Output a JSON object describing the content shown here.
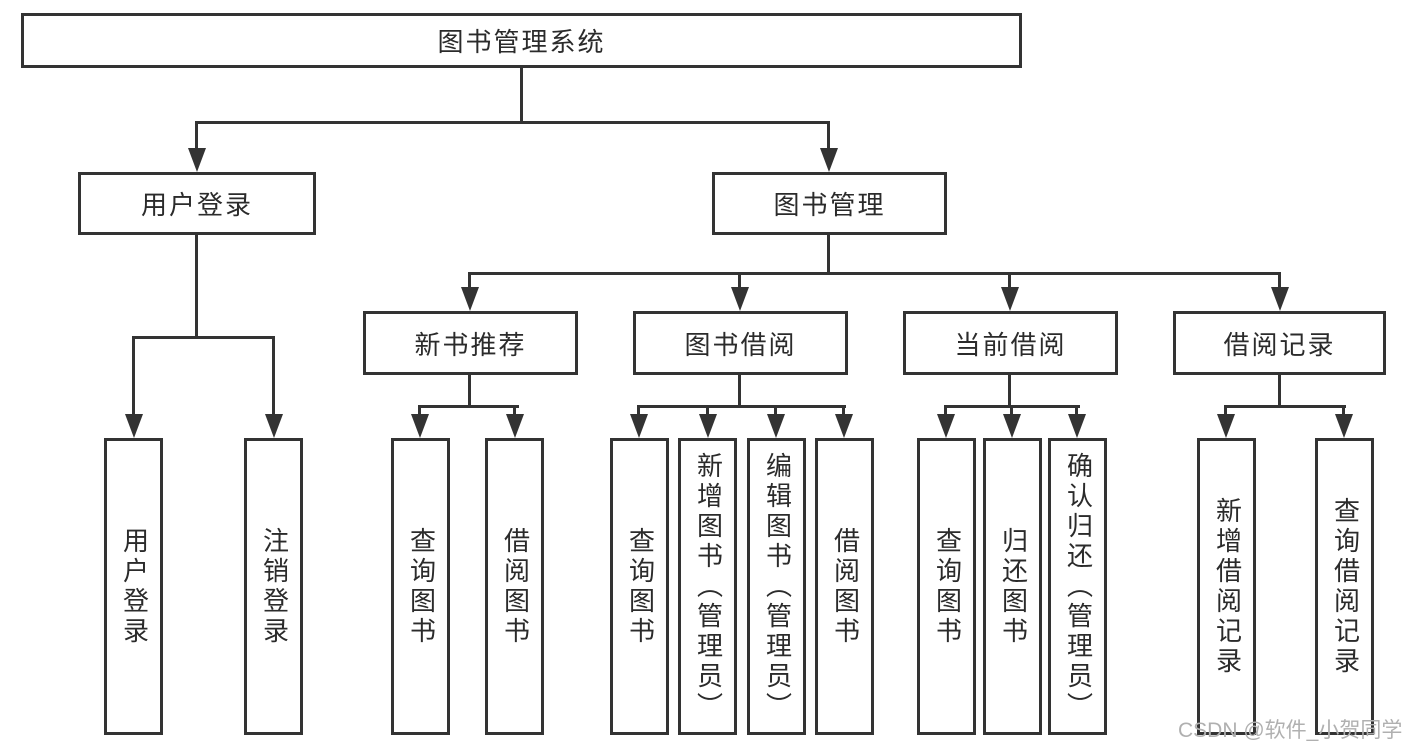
{
  "tree": {
    "root": {
      "label": "图书管理系统"
    },
    "branches": [
      {
        "label": "用户登录",
        "children": [
          {
            "label": "用户登录"
          },
          {
            "label": "注销登录"
          }
        ]
      },
      {
        "label": "图书管理",
        "children": [
          {
            "label": "新书推荐",
            "children": [
              {
                "label": "查询图书"
              },
              {
                "label": "借阅图书"
              }
            ]
          },
          {
            "label": "图书借阅",
            "children": [
              {
                "label": "查询图书"
              },
              {
                "label": "新增图书（管理员）"
              },
              {
                "label": "编辑图书（管理员）"
              },
              {
                "label": "借阅图书"
              }
            ]
          },
          {
            "label": "当前借阅",
            "children": [
              {
                "label": "查询图书"
              },
              {
                "label": "归还图书"
              },
              {
                "label": "确认归还（管理员）"
              }
            ]
          },
          {
            "label": "借阅记录",
            "children": [
              {
                "label": "新增借阅记录"
              },
              {
                "label": "查询借阅记录"
              }
            ]
          }
        ]
      }
    ]
  },
  "watermark": "CSDN @软件_小贺同学",
  "colors": {
    "line": "#333333",
    "text": "#2b2b2b",
    "watermark": "#b0b0b0",
    "background": "#ffffff"
  }
}
